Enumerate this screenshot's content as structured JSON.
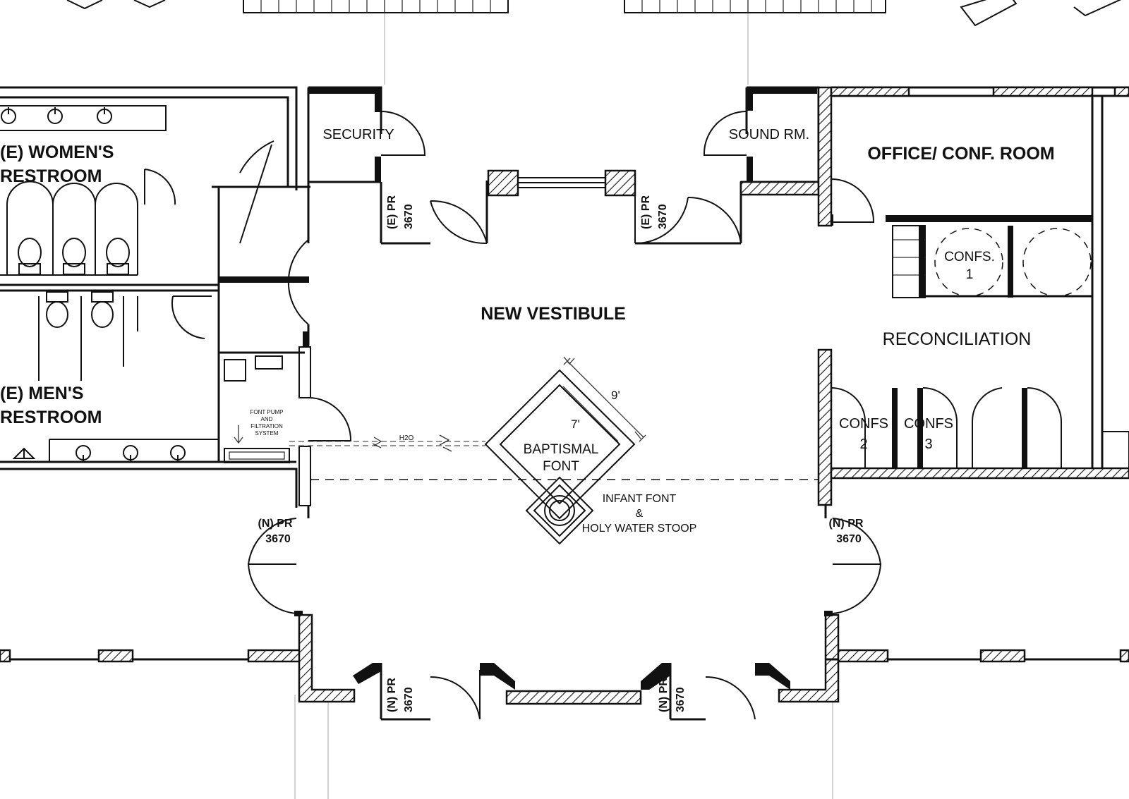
{
  "rooms": {
    "security": "SECURITY",
    "sound_room": "SOUND RM.",
    "office": "OFFICE/ CONF. ROOM",
    "womens_restroom_line1": "(E) WOMEN'S",
    "womens_restroom_line2": "RESTROOM",
    "mens_restroom_line1": "(E) MEN'S",
    "mens_restroom_line2": "RESTROOM",
    "vestibule": "NEW VESTIBULE",
    "reconciliation": "RECONCILIATION"
  },
  "confessionals": {
    "c1_label": "CONFS.",
    "c1_num": "1",
    "c2_label": "CONFS",
    "c2_num": "2",
    "c3_label": "CONFS",
    "c3_num": "3"
  },
  "font": {
    "line1": "BAPTISMAL",
    "line2": "FONT",
    "dim_outer": "9'",
    "dim_inner": "7'",
    "infant_line1": "INFANT FONT",
    "infant_line2": "&",
    "infant_line3": "HOLY WATER STOOP",
    "pump_line1": "FONT PUMP",
    "pump_line2": "AND",
    "pump_line3": "FILTRATION",
    "pump_line4": "SYSTEM",
    "pipe_label": "H2O"
  },
  "door_tags": {
    "existing_prefix": "(E) PR",
    "new_prefix": "(N) PR",
    "size": "3670"
  }
}
